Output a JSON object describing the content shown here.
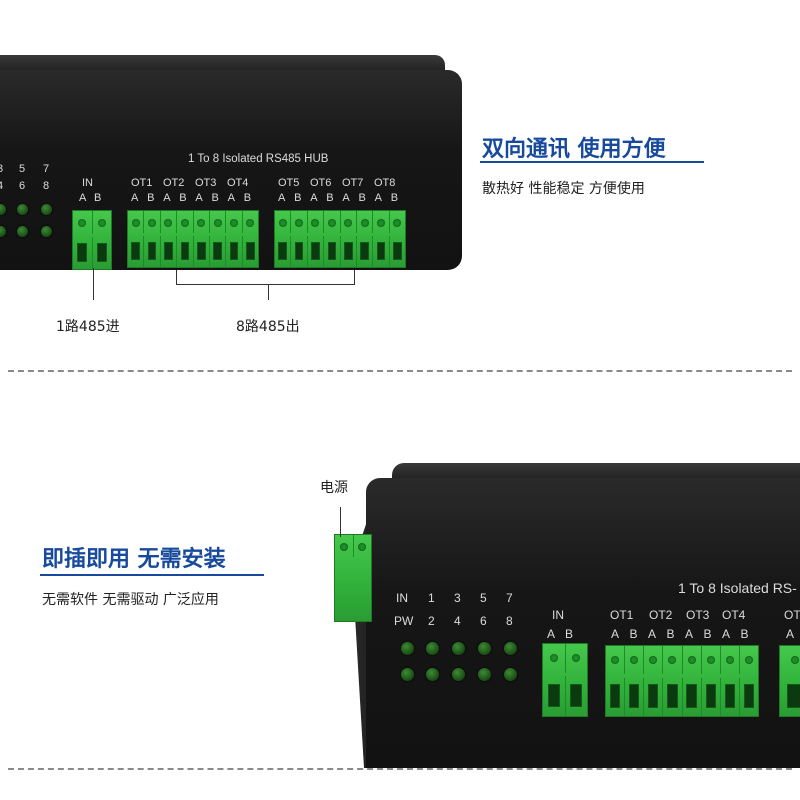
{
  "top_panel": {
    "title": "1 To 8 Isolated RS485 HUB",
    "partial_led_labels_row1": [
      "3",
      "5",
      "7"
    ],
    "partial_led_labels_row2": [
      "4",
      "6",
      "8"
    ],
    "in_label": "IN",
    "in_ab": [
      "A",
      "B"
    ],
    "ot_group1": [
      "OT1",
      "OT2",
      "OT3",
      "OT4"
    ],
    "ot_group2": [
      "OT5",
      "OT6",
      "OT7",
      "OT8"
    ],
    "ab": [
      "A",
      "B"
    ]
  },
  "top_callouts": {
    "input": "1路485进",
    "outputs": "8路485出"
  },
  "top_caption": {
    "heading": "双向通讯 使用方便",
    "sub": "散热好 性能稳定 方便使用"
  },
  "bottom_panel": {
    "title": "1 To 8 Isolated RS-",
    "led_labels_row1": [
      "IN",
      "1",
      "3",
      "5",
      "7"
    ],
    "led_labels_row2": [
      "PW",
      "2",
      "4",
      "6",
      "8"
    ],
    "in_label": "IN",
    "in_ab": [
      "A",
      "B"
    ],
    "ot_group1": [
      "OT1",
      "OT2",
      "OT3",
      "OT4"
    ],
    "ot_partial": "OT",
    "ab": [
      "A",
      "B"
    ],
    "partial_a": "A"
  },
  "bottom_callouts": {
    "power": "电源"
  },
  "bottom_caption": {
    "heading": "即插即用 无需安装",
    "sub": "无需软件 无需驱动 广泛应用"
  },
  "colors": {
    "heading_blue": "#174a9c",
    "terminal_green": "#36b842",
    "device_black": "#161616"
  }
}
